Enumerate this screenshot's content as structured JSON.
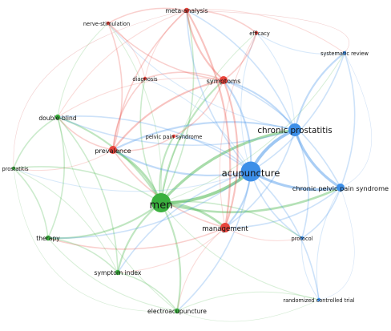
{
  "network": {
    "colors": {
      "red": "#e8453c",
      "green": "#3ab03e",
      "blue": "#3d8fe8"
    },
    "nodes": [
      {
        "id": "meta-analysis",
        "label": "meta-analysis",
        "cluster": "red",
        "weight": 2
      },
      {
        "id": "nerve-stimulation",
        "label": "nerve-stimulation",
        "cluster": "red",
        "weight": 1
      },
      {
        "id": "efficacy",
        "label": "efficacy",
        "cluster": "red",
        "weight": 1
      },
      {
        "id": "diagnosis",
        "label": "diagnosis",
        "cluster": "red",
        "weight": 1
      },
      {
        "id": "symptoms",
        "label": "symptoms",
        "cluster": "red",
        "weight": 3
      },
      {
        "id": "pelvic-pain-syndrome",
        "label": "pelvic pain syndrome",
        "cluster": "red",
        "weight": 1
      },
      {
        "id": "prevalence",
        "label": "prevalence",
        "cluster": "red",
        "weight": 3
      },
      {
        "id": "management",
        "label": "management",
        "cluster": "red",
        "weight": 4
      },
      {
        "id": "double-blind",
        "label": "double-blind",
        "cluster": "green",
        "weight": 2
      },
      {
        "id": "prostatitis",
        "label": "prostatitis",
        "cluster": "green",
        "weight": 1
      },
      {
        "id": "men",
        "label": "men",
        "cluster": "green",
        "weight": 7
      },
      {
        "id": "therapy",
        "label": "therapy",
        "cluster": "green",
        "weight": 2
      },
      {
        "id": "symptom-index",
        "label": "symptom index",
        "cluster": "green",
        "weight": 2
      },
      {
        "id": "electroacupuncture",
        "label": "electroacupuncture",
        "cluster": "green",
        "weight": 2
      },
      {
        "id": "systematic-review",
        "label": "systematic review",
        "cluster": "blue",
        "weight": 1
      },
      {
        "id": "chronic-prostatitis",
        "label": "chronic prostatitis",
        "cluster": "blue",
        "weight": 5
      },
      {
        "id": "acupuncture",
        "label": "acupuncture",
        "cluster": "blue",
        "weight": 8
      },
      {
        "id": "chronic-pelvic-pain-syndrome",
        "label": "chronic pelvic pain syndrome",
        "cluster": "blue",
        "weight": 3
      },
      {
        "id": "protocol",
        "label": "protocol",
        "cluster": "blue",
        "weight": 1
      },
      {
        "id": "randomized-controlled-trial",
        "label": "randomized controlled trial",
        "cluster": "blue",
        "weight": 1
      }
    ],
    "links": [
      [
        "men",
        "acupuncture",
        6
      ],
      [
        "men",
        "chronic-prostatitis",
        5
      ],
      [
        "men",
        "chronic-pelvic-pain-syndrome",
        4
      ],
      [
        "men",
        "management",
        4
      ],
      [
        "men",
        "prevalence",
        4
      ],
      [
        "men",
        "symptoms",
        3
      ],
      [
        "men",
        "double-blind",
        3
      ],
      [
        "men",
        "therapy",
        3
      ],
      [
        "men",
        "symptom-index",
        3
      ],
      [
        "men",
        "electroacupuncture",
        3
      ],
      [
        "men",
        "prostatitis",
        2
      ],
      [
        "men",
        "pelvic-pain-syndrome",
        3
      ],
      [
        "men",
        "meta-analysis",
        2
      ],
      [
        "men",
        "protocol",
        2
      ],
      [
        "men",
        "randomized-controlled-trial",
        1
      ],
      [
        "men",
        "diagnosis",
        2
      ],
      [
        "men",
        "nerve-stimulation",
        1
      ],
      [
        "men",
        "efficacy",
        1
      ],
      [
        "men",
        "systematic-review",
        1
      ],
      [
        "acupuncture",
        "chronic-prostatitis",
        6
      ],
      [
        "acupuncture",
        "chronic-pelvic-pain-syndrome",
        5
      ],
      [
        "acupuncture",
        "management",
        3
      ],
      [
        "acupuncture",
        "symptoms",
        3
      ],
      [
        "acupuncture",
        "prevalence",
        3
      ],
      [
        "acupuncture",
        "protocol",
        2
      ],
      [
        "acupuncture",
        "randomized-controlled-trial",
        2
      ],
      [
        "acupuncture",
        "systematic-review",
        2
      ],
      [
        "acupuncture",
        "meta-analysis",
        2
      ],
      [
        "acupuncture",
        "double-blind",
        2
      ],
      [
        "acupuncture",
        "electroacupuncture",
        2
      ],
      [
        "acupuncture",
        "symptom-index",
        2
      ],
      [
        "acupuncture",
        "therapy",
        2
      ],
      [
        "acupuncture",
        "pelvic-pain-syndrome",
        2
      ],
      [
        "acupuncture",
        "efficacy",
        1
      ],
      [
        "acupuncture",
        "diagnosis",
        1
      ],
      [
        "acupuncture",
        "prostatitis",
        1
      ],
      [
        "chronic-prostatitis",
        "chronic-pelvic-pain-syndrome",
        5
      ],
      [
        "chronic-prostatitis",
        "systematic-review",
        3
      ],
      [
        "chronic-prostatitis",
        "symptoms",
        3
      ],
      [
        "chronic-prostatitis",
        "management",
        2
      ],
      [
        "chronic-prostatitis",
        "prevalence",
        3
      ],
      [
        "chronic-prostatitis",
        "double-blind",
        2
      ],
      [
        "chronic-prostatitis",
        "meta-analysis",
        2
      ],
      [
        "chronic-prostatitis",
        "protocol",
        2
      ],
      [
        "chronic-prostatitis",
        "efficacy",
        1
      ],
      [
        "chronic-prostatitis",
        "nerve-stimulation",
        1
      ],
      [
        "chronic-pelvic-pain-syndrome",
        "systematic-review",
        2
      ],
      [
        "chronic-pelvic-pain-syndrome",
        "protocol",
        2
      ],
      [
        "chronic-pelvic-pain-syndrome",
        "randomized-controlled-trial",
        1
      ],
      [
        "chronic-pelvic-pain-syndrome",
        "management",
        2
      ],
      [
        "chronic-pelvic-pain-syndrome",
        "symptoms",
        2
      ],
      [
        "symptoms",
        "meta-analysis",
        3
      ],
      [
        "symptoms",
        "prevalence",
        3
      ],
      [
        "symptoms",
        "management",
        3
      ],
      [
        "symptoms",
        "diagnosis",
        2
      ],
      [
        "symptoms",
        "nerve-stimulation",
        2
      ],
      [
        "symptoms",
        "efficacy",
        2
      ],
      [
        "symptoms",
        "pelvic-pain-syndrome",
        2
      ],
      [
        "symptoms",
        "double-blind",
        1
      ],
      [
        "prevalence",
        "meta-analysis",
        2
      ],
      [
        "prevalence",
        "pelvic-pain-syndrome",
        2
      ],
      [
        "prevalence",
        "double-blind",
        2
      ],
      [
        "prevalence",
        "management",
        2
      ],
      [
        "prevalence",
        "diagnosis",
        2
      ],
      [
        "prevalence",
        "nerve-stimulation",
        2
      ],
      [
        "prevalence",
        "prostatitis",
        1
      ],
      [
        "management",
        "meta-analysis",
        3
      ],
      [
        "management",
        "therapy",
        2
      ],
      [
        "management",
        "electroacupuncture",
        1
      ],
      [
        "management",
        "symptom-index",
        1
      ],
      [
        "management",
        "protocol",
        1
      ],
      [
        "management",
        "efficacy",
        1
      ],
      [
        "meta-analysis",
        "nerve-stimulation",
        2
      ],
      [
        "meta-analysis",
        "efficacy",
        2
      ],
      [
        "meta-analysis",
        "diagnosis",
        1
      ],
      [
        "meta-analysis",
        "systematic-review",
        1
      ],
      [
        "meta-analysis",
        "double-blind",
        1
      ],
      [
        "double-blind",
        "therapy",
        2
      ],
      [
        "double-blind",
        "prostatitis",
        2
      ],
      [
        "double-blind",
        "symptom-index",
        2
      ],
      [
        "double-blind",
        "electroacupuncture",
        1
      ],
      [
        "double-blind",
        "nerve-stimulation",
        1
      ],
      [
        "therapy",
        "prostatitis",
        2
      ],
      [
        "therapy",
        "symptom-index",
        2
      ],
      [
        "therapy",
        "electroacupuncture",
        1
      ],
      [
        "symptom-index",
        "electroacupuncture",
        2
      ],
      [
        "symptom-index",
        "prostatitis",
        1
      ],
      [
        "electroacupuncture",
        "randomized-controlled-trial",
        1
      ],
      [
        "protocol",
        "randomized-controlled-trial",
        1
      ],
      [
        "systematic-review",
        "efficacy",
        1
      ],
      [
        "diagnosis",
        "nerve-stimulation",
        1
      ]
    ]
  }
}
